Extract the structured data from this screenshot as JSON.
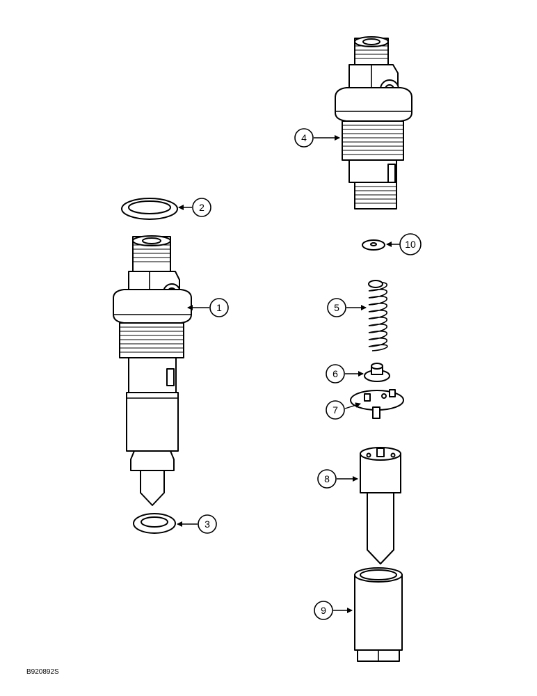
{
  "callouts": [
    "1",
    "2",
    "3",
    "4",
    "5",
    "6",
    "7",
    "8",
    "9",
    "10"
  ],
  "reference_code": "B920892S",
  "colors": {
    "ink": "#000000",
    "paper": "#ffffff"
  }
}
